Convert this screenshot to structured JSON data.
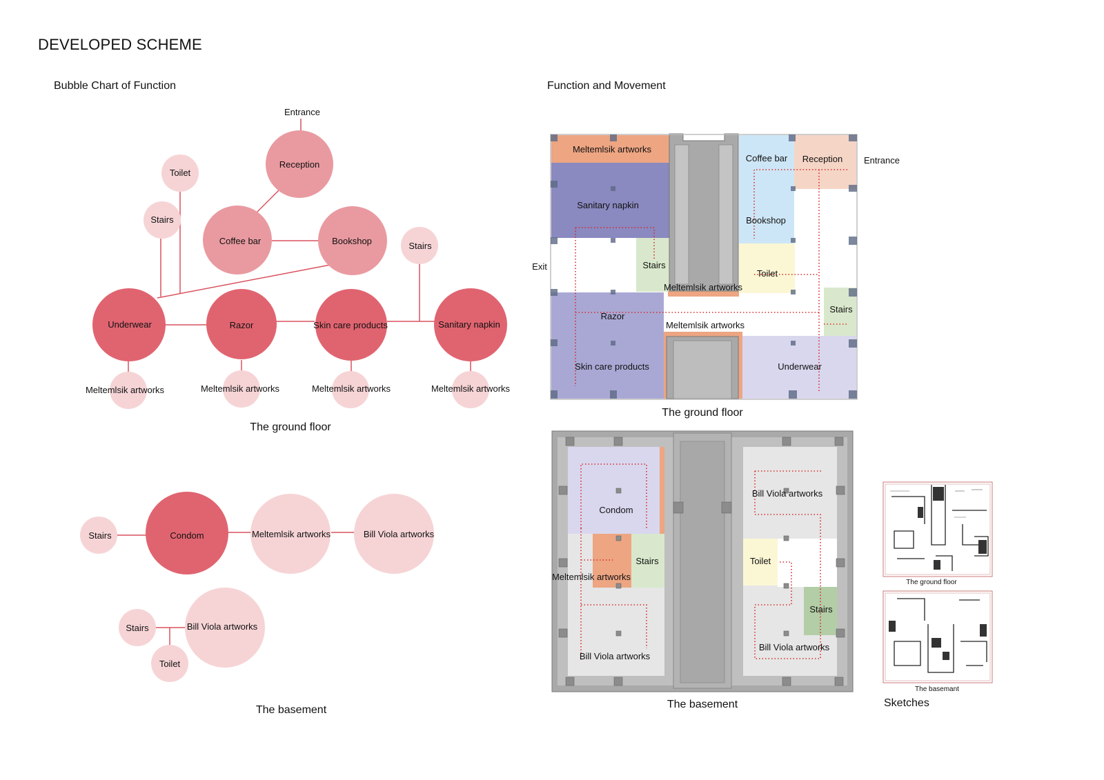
{
  "page": {
    "title": "DEVELOPED SCHEME",
    "bubble_section_title": "Bubble Chart of Function",
    "movement_section_title": "Function and Movement"
  },
  "bubble_ground": {
    "caption": "The ground floor",
    "entrance": "Entrance",
    "reception": "Reception",
    "toilet": "Toilet",
    "stairs_left": "Stairs",
    "coffee_bar": "Coffee bar",
    "bookshop": "Bookshop",
    "stairs_right": "Stairs",
    "underwear": "Underwear",
    "razor": "Razor",
    "skin_care": "Skin care products",
    "sanitary_napkin": "Sanitary napkin",
    "art1": "Meltemlsik artworks",
    "art2": "Meltemlsik artworks",
    "art3": "Meltemlsik artworks",
    "art4": "Meltemlsik artworks"
  },
  "bubble_basement": {
    "caption": "The basement",
    "stairs_a": "Stairs",
    "condom": "Condom",
    "meltem": "Meltemlsik artworks",
    "bill_viola_a": "Bill Viola artworks",
    "stairs_b": "Stairs",
    "bill_viola_b": "Bill Viola artworks",
    "toilet": "Toilet"
  },
  "plan_ground": {
    "caption": "The ground floor",
    "meltem_top": "Meltemlsik artworks",
    "coffee_bar": "Coffee bar",
    "reception": "Reception",
    "entrance": "Entrance",
    "sanitary_napkin": "Sanitary napkin",
    "bookshop": "Bookshop",
    "exit": "Exit",
    "stairs_left": "Stairs",
    "toilet": "Toilet",
    "meltem_mid": "Meltemlsik artworks",
    "razor": "Razor",
    "stairs_right": "Stairs",
    "meltem_low": "Meltemlsik artworks",
    "skin_care": "Skin care products",
    "underwear": "Underwear"
  },
  "plan_basement": {
    "caption": "The basement",
    "condom": "Condom",
    "bill_viola_tr": "Bill Viola artworks",
    "stairs_left": "Stairs",
    "meltem": "Meltemlsik artworks",
    "toilet": "Toilet",
    "stairs_right": "Stairs",
    "bill_viola_bl": "Bill Viola artworks",
    "bill_viola_br": "Bill Viola artworks"
  },
  "sketches": {
    "caption": "Sketches",
    "ground_caption": "The ground floor",
    "basement_caption": "The basemant"
  },
  "colors": {
    "bubble_dark": "#e06470",
    "bubble_mid": "#e99aa0",
    "bubble_light": "#f6d4d6",
    "connector": "#d9505e",
    "zone_orange": "#eda582",
    "zone_purple_dark": "#8a89c0",
    "zone_purple": "#a9a8d4",
    "zone_lavender": "#d9d7ee",
    "zone_blue": "#cde6f7",
    "zone_peach": "#f5d5c6",
    "zone_yellow": "#fbf7d4",
    "zone_green": "#d9e8cc",
    "wall_grey": "#a9a9a9",
    "path_red": "#d62828"
  }
}
